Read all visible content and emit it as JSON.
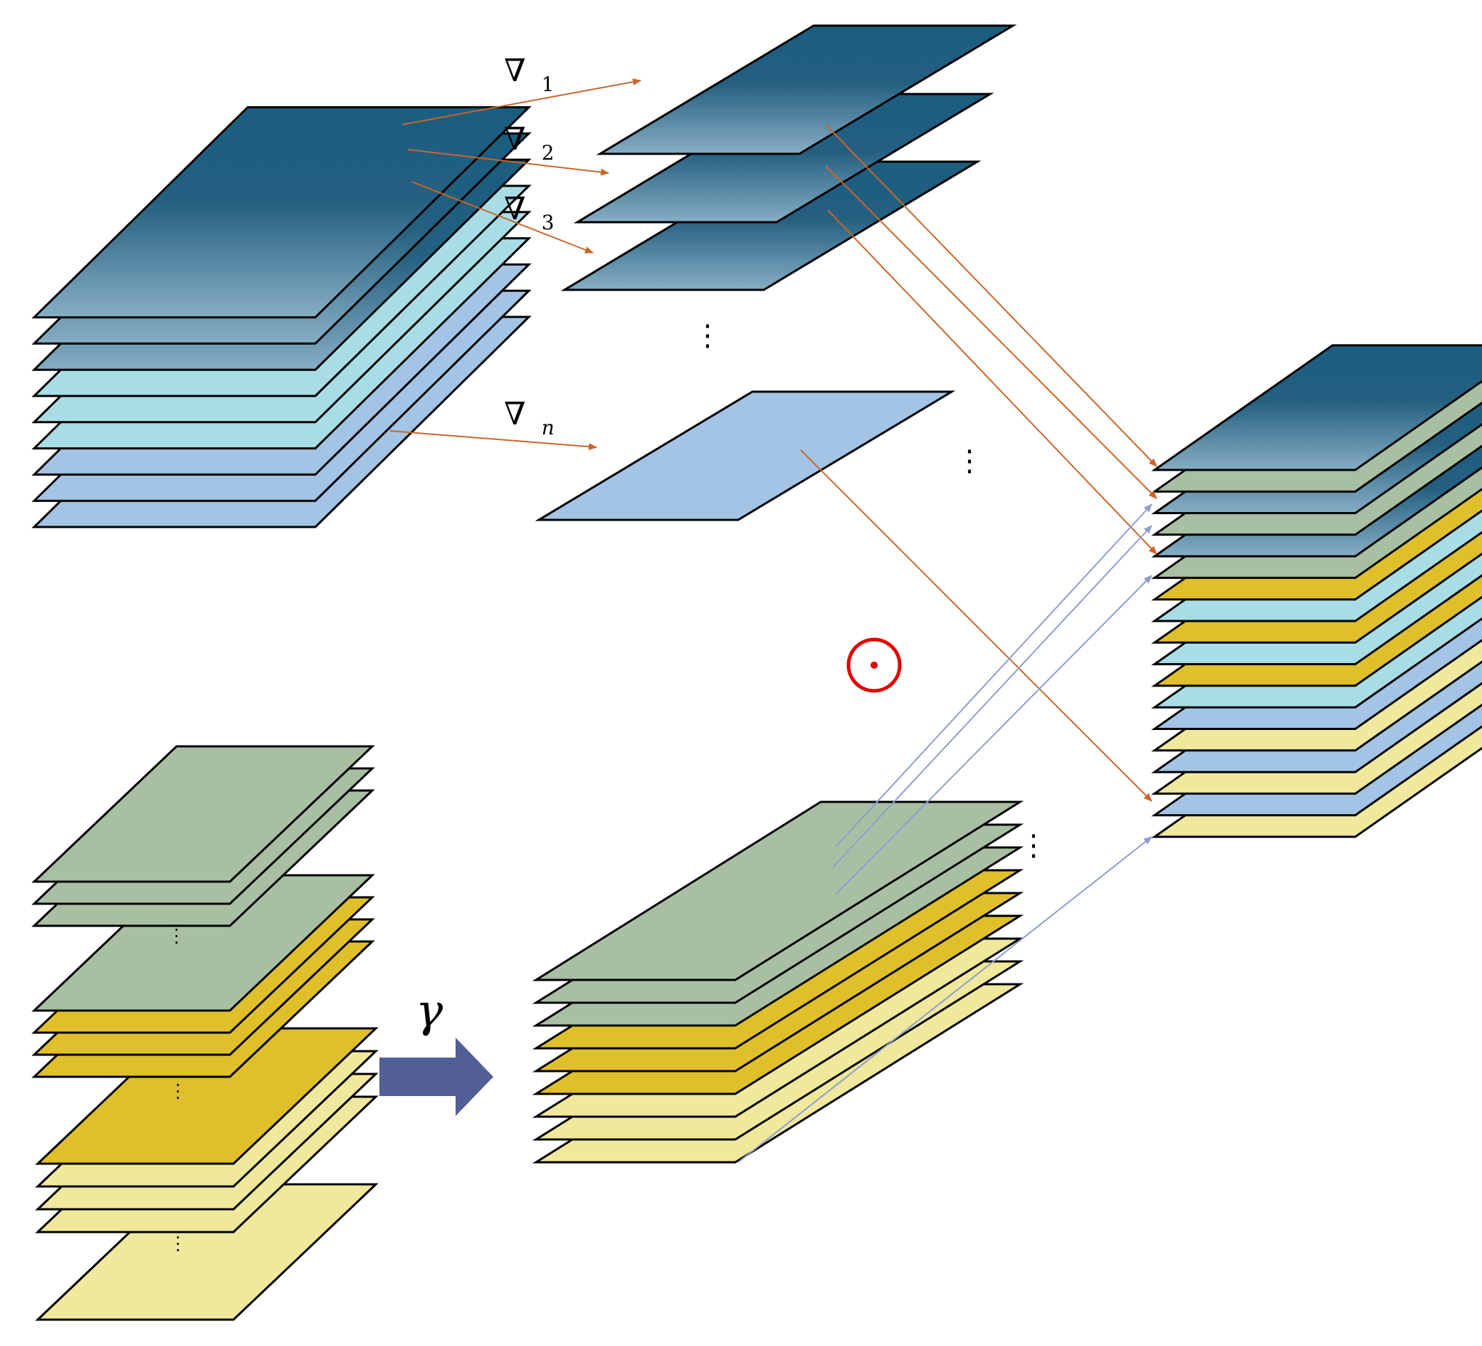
{
  "labels": {
    "nabla": "∇",
    "grad_1": "1",
    "grad_2": "2",
    "grad_3": "3",
    "grad_n": "n",
    "gamma": "γ"
  },
  "colors": {
    "dark_teal_top": "#1a5e80",
    "dark_teal_bottom": "#7fa8c0",
    "light_cyan": "#a9dde6",
    "light_blue": "#a3c4e4",
    "sage_green": "#a9bfa4",
    "gold": "#e0c02a",
    "pale_yellow": "#f0e89c",
    "orange_arrow": "#c8662a",
    "blue_arrow": "#8f9dcf",
    "big_arrow": "#525e96",
    "odot_red": "#e00000"
  },
  "icons": {
    "operator": "odot-icon",
    "transform_arrow": "right-block-arrow-icon"
  }
}
